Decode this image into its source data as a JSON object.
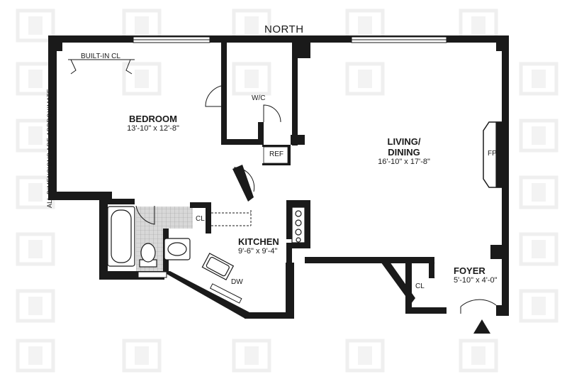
{
  "compass": {
    "north_label": "NORTH",
    "arrow_icon": "entry-arrow-icon"
  },
  "disclaimer": "ALL DIMENSIONS ARE APPROXIMATE",
  "watermark_icon": "logo-h-watermark-icon",
  "colors": {
    "wall": "#1a1a1a",
    "tile": "#bdbdbd",
    "watermark": "#eeeeee",
    "window": "#ffffff"
  },
  "rooms": {
    "bedroom": {
      "name": "BEDROOM",
      "dims": "13'-10\" x 12'-8\""
    },
    "living": {
      "name_line1": "LIVING/",
      "name_line2": "DINING",
      "dims": "16'-10\" x 17'-8\""
    },
    "kitchen": {
      "name": "KITCHEN",
      "dims": "9'-6\" x 9'-4\""
    },
    "foyer": {
      "name": "FOYER",
      "dims": "5'-10\" x 4'-0\""
    }
  },
  "fixtures": {
    "built_in_closet": "BUILT-IN CL",
    "walk_in_closet": "W/C",
    "refrigerator": "REF",
    "fireplace": "FP",
    "bath_closet": "CL",
    "dishwasher": "DW",
    "foyer_closet": "CL"
  }
}
